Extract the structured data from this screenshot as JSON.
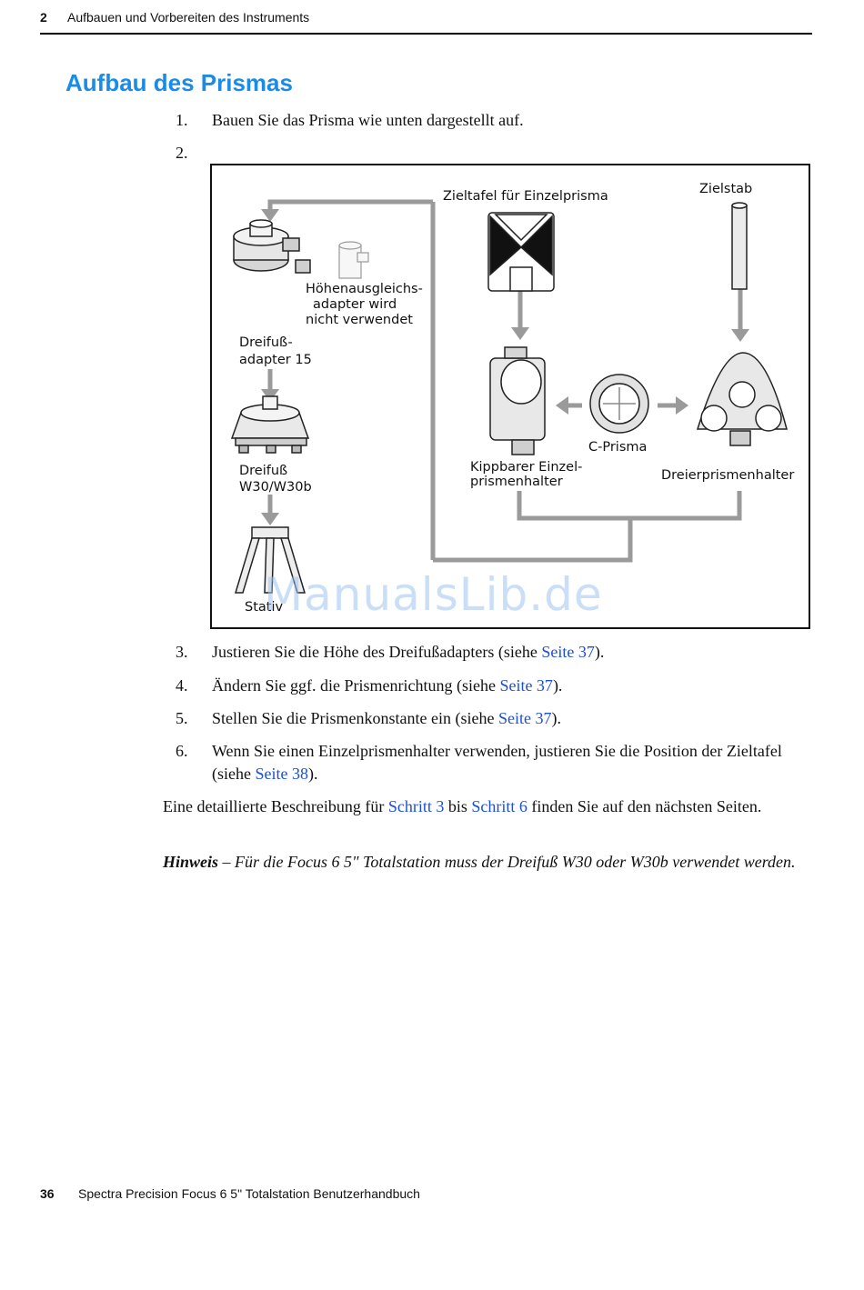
{
  "header": {
    "chapter_number": "2",
    "chapter_title": "Aufbauen und Vorbereiten des Instruments"
  },
  "section_title": "Aufbau des Prismas",
  "steps": [
    {
      "num": "1.",
      "text": "Bauen Sie das Prisma wie unten dargestellt auf."
    },
    {
      "num": "2.",
      "text": ""
    },
    {
      "num": "3.",
      "before": "Justieren Sie die Höhe des Dreifußadapters (siehe ",
      "link": "Seite 37",
      "after": ")."
    },
    {
      "num": "4.",
      "before": "Ändern Sie ggf. die Prismenrichtung (siehe ",
      "link": "Seite 37",
      "after": ")."
    },
    {
      "num": "5.",
      "before": "Stellen Sie die Prismenkonstante ein (siehe ",
      "link": "Seite 37",
      "after": ")."
    },
    {
      "num": "6.",
      "before": "Wenn Sie einen Einzelprismenhalter verwenden, justieren Sie die Position der Zieltafel (siehe ",
      "link": "Seite 38",
      "after": ")."
    }
  ],
  "paragraph": {
    "part1": "Eine detaillierte Beschreibung für ",
    "link1": "Schritt 3",
    "part2": " bis ",
    "link2": "Schritt 6",
    "part3": " finden Sie auf den nächsten Seiten."
  },
  "note": {
    "label": "Hinweis",
    "text": " – Für die Focus 6 5\" Totalstation muss der Dreifuß W30 oder W30b verwendet werden."
  },
  "figure": {
    "zieltafel": "Zieltafel für Einzelprisma",
    "zielstab": "Zielstab",
    "hoehen1": "Höhenausgleichs-",
    "hoehen2": "adapter wird",
    "hoehen3": "nicht verwendet",
    "dreifussadapter1": "Dreifuß-",
    "dreifussadapter2": "adapter 15",
    "dreifuss1": "Dreifuß",
    "dreifuss2": "W30/W30b",
    "stativ": "Stativ",
    "cprisma": "C-Prisma",
    "kippbar1": "Kippbarer Einzel-",
    "kippbar2": "prismenhalter",
    "dreier": "Dreierprismenhalter"
  },
  "watermark": "ManualsLib.de",
  "footer": {
    "page_number": "36",
    "title": "Spectra Precision Focus 6 5\" Totalstation Benutzerhandbuch"
  },
  "colors": {
    "heading": "#1a8ce8",
    "link": "#1c4fd8",
    "diagram_gray": "#9a9a9a"
  }
}
